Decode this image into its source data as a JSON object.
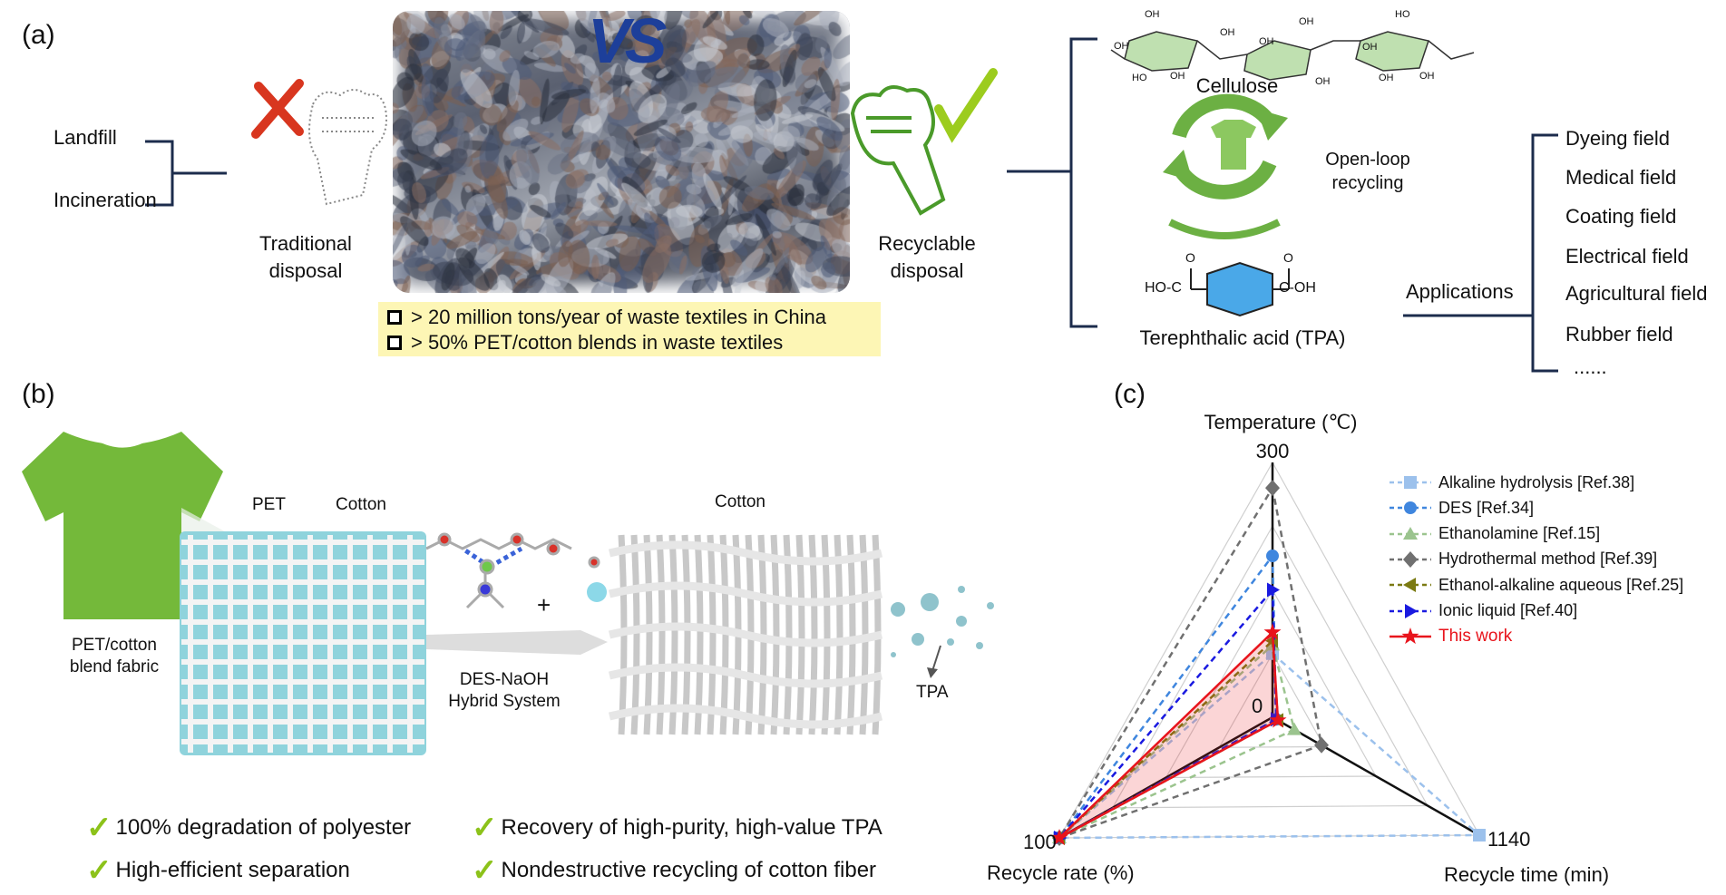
{
  "panel_a": {
    "label": "(a)",
    "traditional_options": [
      "Landfill",
      "Incineration"
    ],
    "traditional_label": "Traditional disposal",
    "vs_text": "VS",
    "recyclable_label": "Recyclable disposal",
    "facts": [
      "> 20 million tons/year of waste textiles in China",
      "> 50% PET/cotton blends in waste textiles"
    ],
    "cellulose_label": "Cellulose",
    "cellulose_groups": [
      "OH",
      "OH",
      "OH",
      "HO",
      "OH",
      "OH",
      "OH",
      "OH",
      "HO",
      "OH",
      "OH",
      "OH"
    ],
    "open_loop_label": "Open-loop recycling",
    "tpa_label": "Terephthalic acid (TPA)",
    "tpa_groups": {
      "left": "HO-C",
      "right": "C-OH",
      "o": "O"
    },
    "applications_label": "Applications",
    "fields": [
      "Dyeing field",
      "Medical field",
      "Coating field",
      "Electrical field",
      "Agricultural field",
      "Rubber field",
      "......"
    ]
  },
  "panel_b": {
    "label": "(b)",
    "shirt_label": "PET/cotton blend fabric",
    "pet_label": "PET",
    "cotton_label": "Cotton",
    "cotton_label_2": "Cotton",
    "plus": "+",
    "system_label": "DES-NaOH Hybrid System",
    "tpa_label": "TPA",
    "features": [
      "100% degradation of polyester",
      "Recovery of high-purity, high-value TPA",
      "High-efficient separation",
      "Nondestructive recycling of cotton fiber"
    ]
  },
  "panel_c": {
    "label": "(c)"
  },
  "chart_data": {
    "type": "radar",
    "axes": [
      {
        "name": "Temperature (℃)",
        "min": 0,
        "max": 300,
        "min_label": "0",
        "max_label": "300"
      },
      {
        "name": "Recycle time (min)",
        "min": 0,
        "max": 1140,
        "max_label": "1140"
      },
      {
        "name": "Recycle rate (%)",
        "min": 0,
        "max": 100,
        "max_label": "100"
      }
    ],
    "legend_position": "right",
    "series": [
      {
        "name": "Alkaline hydrolysis [Ref.38]",
        "color": "#9cc1ec",
        "marker": "square",
        "dashed": true,
        "values": [
          75,
          1140,
          100
        ]
      },
      {
        "name": "DES [Ref.34]",
        "color": "#3f86de",
        "marker": "circle",
        "dashed": true,
        "values": [
          190,
          20,
          100
        ]
      },
      {
        "name": "Ethanolamine [Ref.15]",
        "color": "#9bc48e",
        "marker": "triangle-up",
        "dashed": true,
        "values": [
          85,
          120,
          100
        ]
      },
      {
        "name": "Hydrothermal method [Ref.39]",
        "color": "#707070",
        "marker": "diamond",
        "dashed": true,
        "values": [
          270,
          270,
          100
        ]
      },
      {
        "name": "Ethanol-alkaline aqueous [Ref.25]",
        "color": "#7b7a12",
        "marker": "triangle-left",
        "dashed": true,
        "values": [
          90,
          30,
          100
        ]
      },
      {
        "name": "Ionic liquid [Ref.40]",
        "color": "#1a1ae0",
        "marker": "triangle-right",
        "dashed": true,
        "values": [
          150,
          20,
          100
        ]
      },
      {
        "name": "This work",
        "color": "#e8141c",
        "marker": "star",
        "dashed": false,
        "values": [
          100,
          30,
          100
        ]
      }
    ]
  }
}
